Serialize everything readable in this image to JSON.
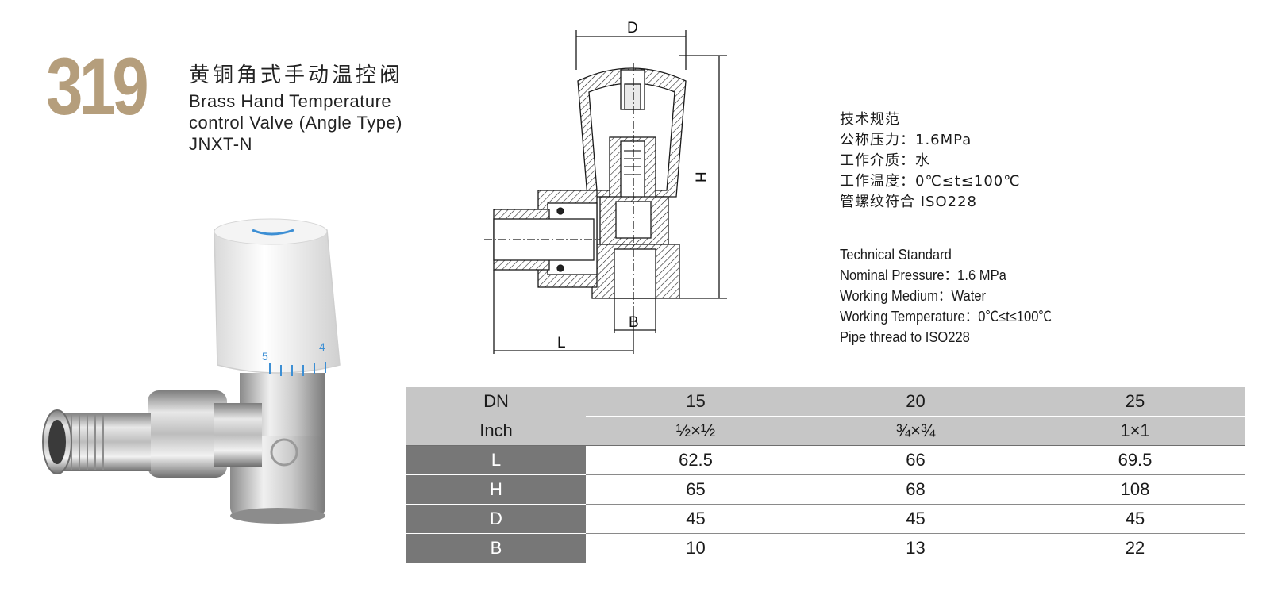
{
  "product": {
    "number": "319",
    "name_cn": "黄铜角式手动温控阀",
    "name_en_line1": "Brass Hand Temperature",
    "name_en_line2": "control Valve (Angle Type)",
    "code": "JNXT-N",
    "knob_scale": [
      "5",
      "4"
    ]
  },
  "drawing": {
    "labels": {
      "d": "D",
      "h": "H",
      "b": "B",
      "l": "L"
    }
  },
  "specs_cn": {
    "heading": "技术规范",
    "pressure": "公称压力：1.6MPa",
    "medium": "工作介质：水",
    "temperature": "工作温度：0℃≤t≤100℃",
    "thread": "管螺纹符合 ISO228"
  },
  "specs_en": {
    "heading": "Technical Standard",
    "pressure": "Nominal Pressure：1.6 MPa",
    "medium": "Working Medium：Water",
    "temperature": "Working Temperature：0℃≤t≤100℃",
    "thread": "Pipe thread to ISO228"
  },
  "table": {
    "header_dn": [
      "DN",
      "15",
      "20",
      "25"
    ],
    "header_inch": [
      "Inch",
      "½×½",
      "¾×¾",
      "1×1"
    ],
    "rows": [
      [
        "L",
        "62.5",
        "66",
        "69.5"
      ],
      [
        "H",
        "65",
        "68",
        "108"
      ],
      [
        "D",
        "45",
        "45",
        "45"
      ],
      [
        "B",
        "10",
        "13",
        "22"
      ]
    ]
  },
  "colors": {
    "accent": "#b59e7c",
    "header_gray": "#c6c6c6",
    "label_gray": "#777777",
    "scale_blue": "#3d8fd4"
  }
}
